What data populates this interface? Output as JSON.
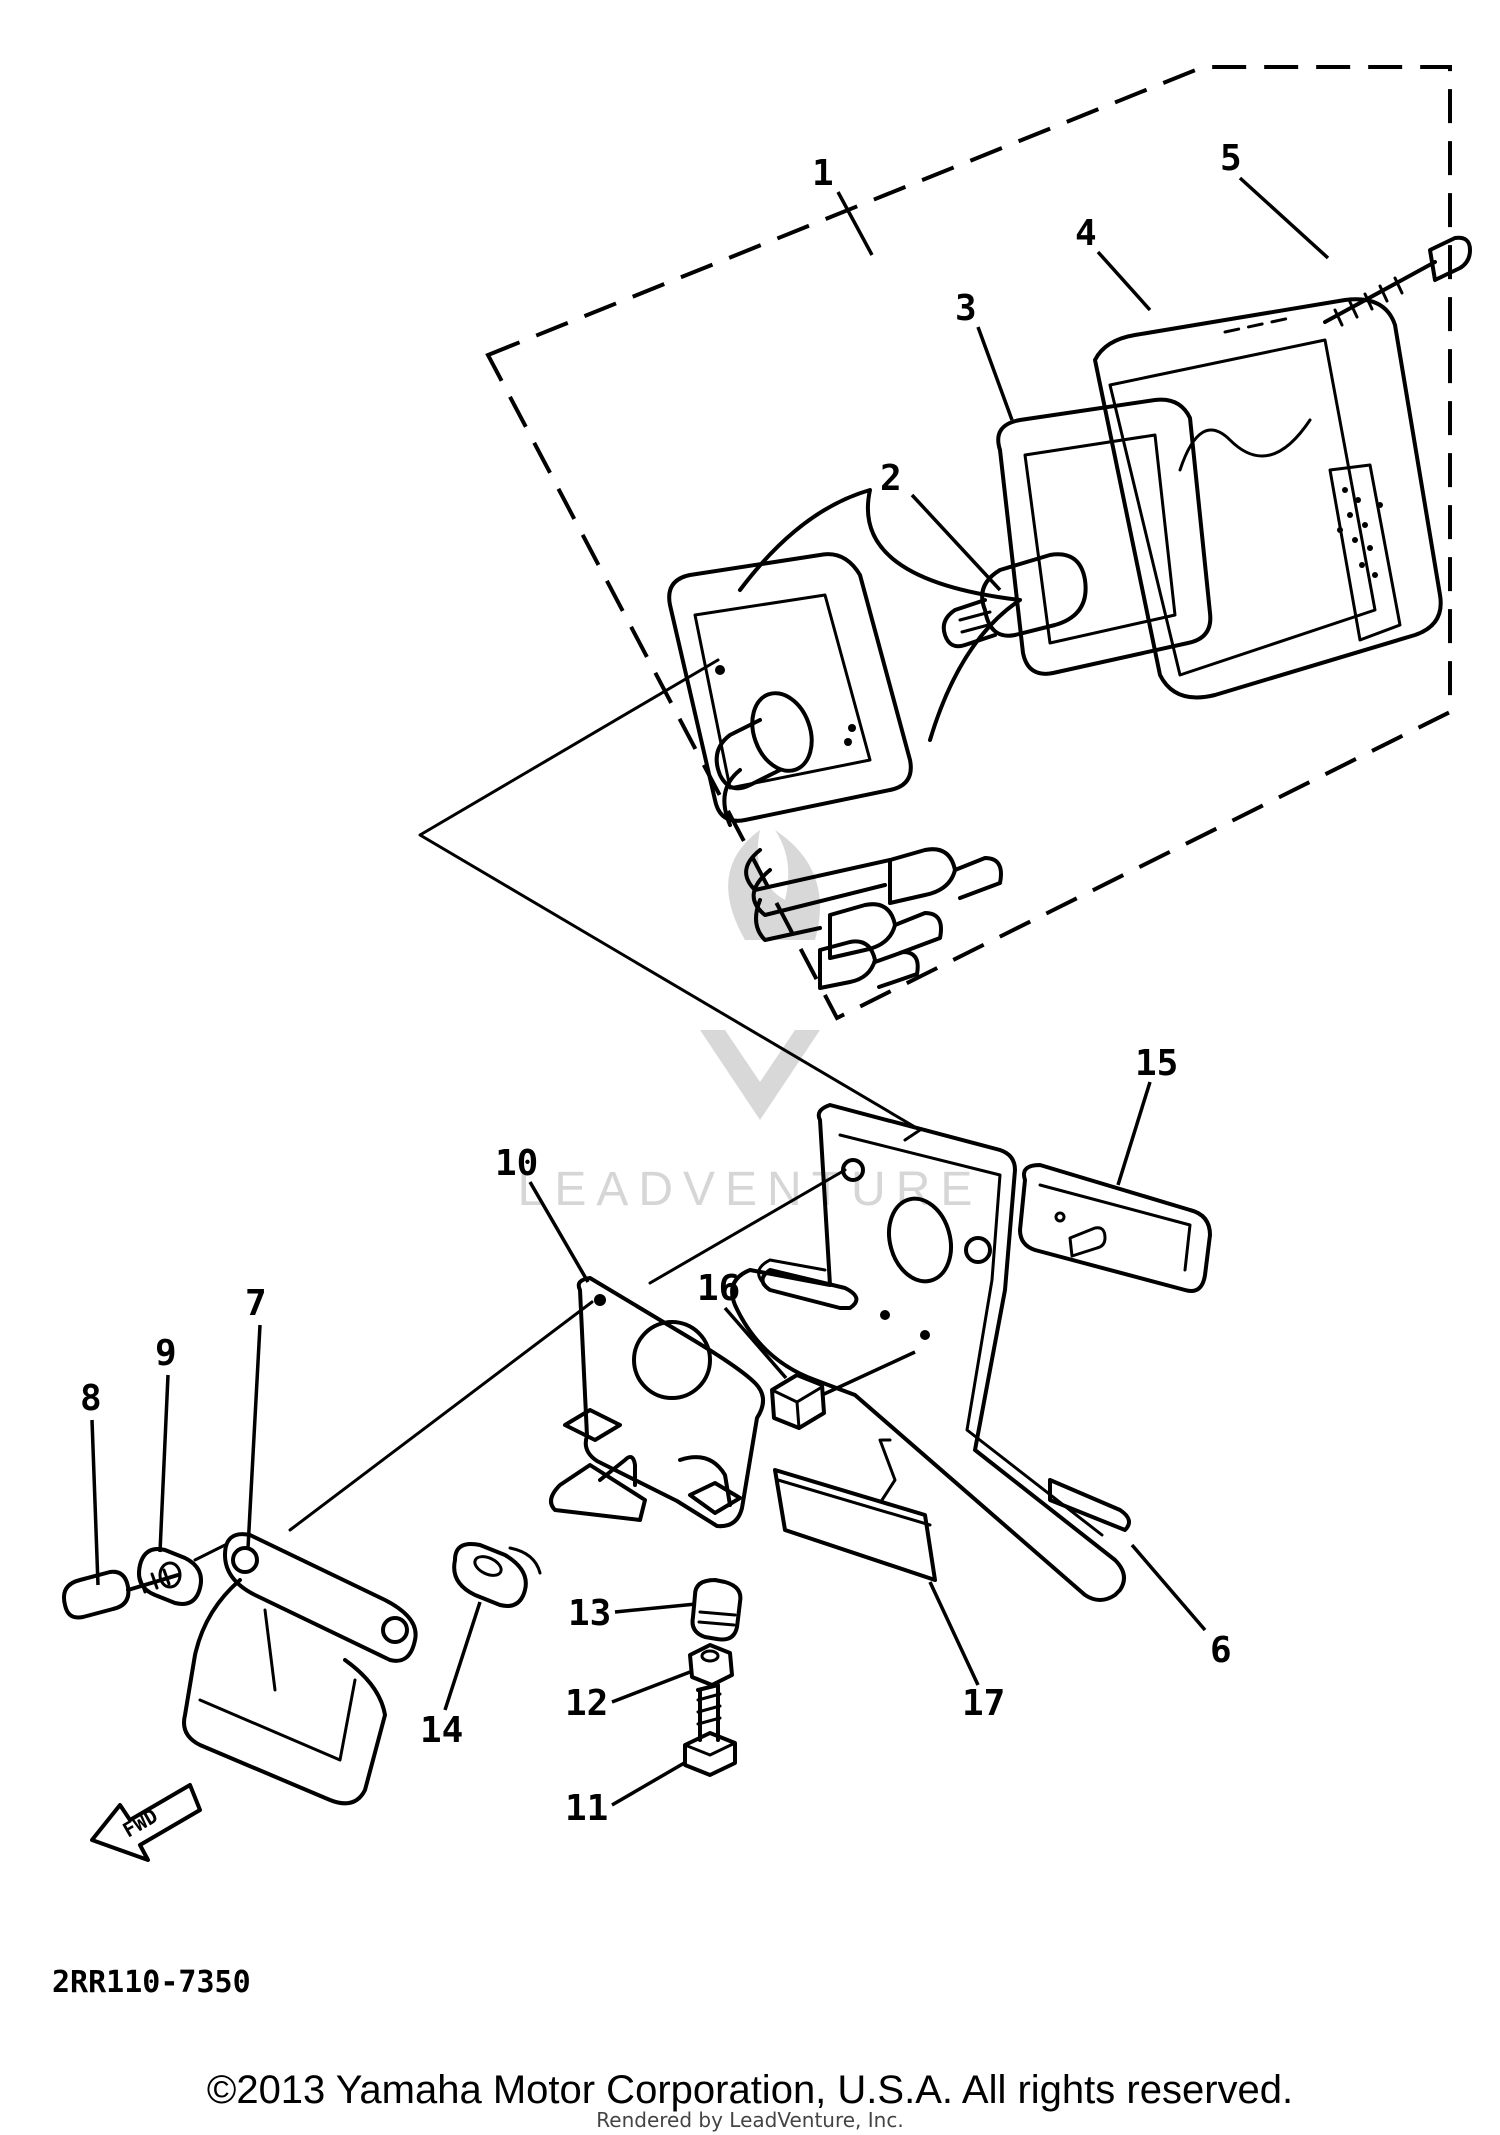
{
  "callouts": [
    {
      "id": "1",
      "label": "1"
    },
    {
      "id": "2",
      "label": "2"
    },
    {
      "id": "3",
      "label": "3"
    },
    {
      "id": "4",
      "label": "4"
    },
    {
      "id": "5",
      "label": "5"
    },
    {
      "id": "6",
      "label": "6"
    },
    {
      "id": "7",
      "label": "7"
    },
    {
      "id": "8",
      "label": "8"
    },
    {
      "id": "9",
      "label": "9"
    },
    {
      "id": "10",
      "label": "10"
    },
    {
      "id": "11",
      "label": "11"
    },
    {
      "id": "12",
      "label": "12"
    },
    {
      "id": "13",
      "label": "13"
    },
    {
      "id": "14",
      "label": "14"
    },
    {
      "id": "15",
      "label": "15"
    },
    {
      "id": "16",
      "label": "16"
    },
    {
      "id": "17",
      "label": "17"
    }
  ],
  "fwd_label": "FWD",
  "diagram_code": "2RR110-7350",
  "watermark": "LEADVENTURE",
  "copyright": "©2013 Yamaha Motor Corporation, U.S.A. All rights reserved.",
  "rendered_by": "Rendered by LeadVenture, Inc."
}
